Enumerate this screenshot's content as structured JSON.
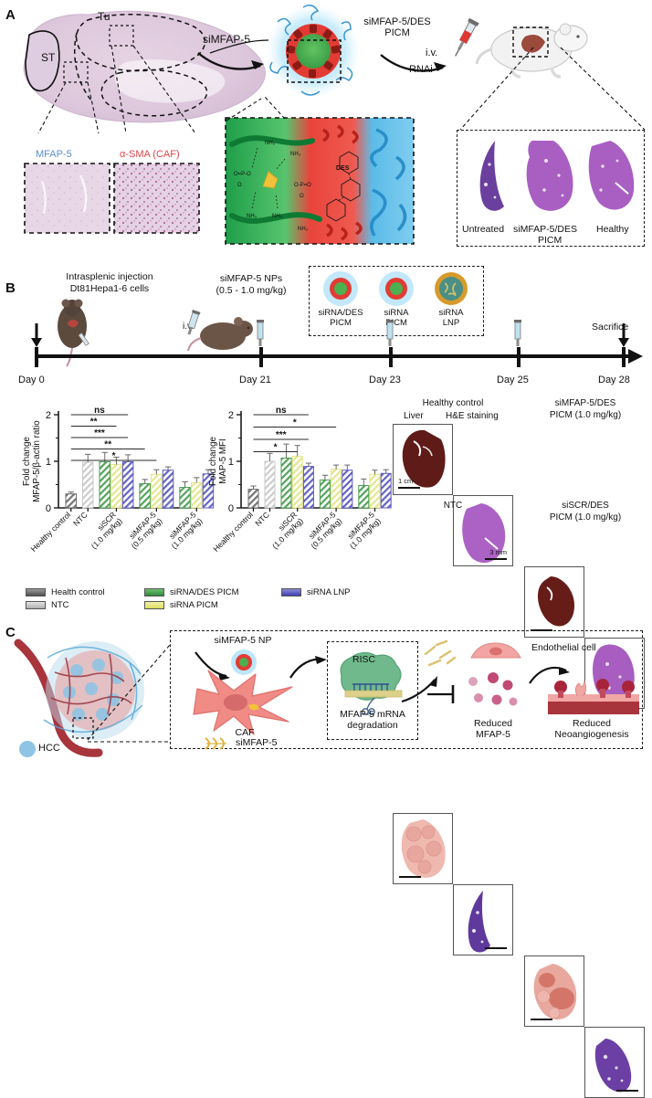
{
  "panels": {
    "a": "A",
    "b": "B",
    "c": "C"
  },
  "panel_a": {
    "tissue_labels": {
      "tu": "Tu",
      "st": "ST"
    },
    "ihc": [
      {
        "label": "MFAP-5",
        "color": "#5a8fd0"
      },
      {
        "label": "α-SMA (CAF)",
        "color": "#e0464a"
      }
    ],
    "arrow_label_sirna": "siMFAP-5",
    "np_title_line1": "siMFAP-5/DES",
    "np_title_line2": "PICM",
    "iv_label": "i.v.",
    "rnai_label": "RNAi",
    "chem_label": "DES",
    "nh3_label": "NH₃",
    "liver_row_labels": [
      "Untreated",
      "siMFAP-5/DES",
      "Healthy"
    ],
    "liver_row_sub": "PICM"
  },
  "panel_b": {
    "timeline": {
      "step1_line1": "Intrasplenic injection",
      "step1_line2": "Dt81Hepa1-6 cells",
      "step2_line1": "siMFAP-5 NPs",
      "step2_line2": "(0.5 - 1.0 mg/kg)",
      "iv_label": "i.v.",
      "sacrifice": "Sacrifice",
      "days": [
        "Day 0",
        "Day 21",
        "Day 23",
        "Day 25",
        "Day 28"
      ],
      "np_box": [
        {
          "line1": "siRNA/DES",
          "line2": "PICM",
          "type": "picm-des"
        },
        {
          "line1": "siRNA",
          "line2": "PICM",
          "type": "picm"
        },
        {
          "line1": "siRNA",
          "line2": "LNP",
          "type": "lnp"
        }
      ]
    },
    "legend": [
      {
        "label": "Health control",
        "color": "#6d6d6d"
      },
      {
        "label": "NTC",
        "color": "#c9c9c9"
      },
      {
        "label": "siRNA/DES PICM",
        "color": "#4a9e52"
      },
      {
        "label": "siRNA PICM",
        "color": "#e4e487"
      },
      {
        "label": "siRNA LNP",
        "color": "#5b5bc0"
      }
    ],
    "liver_groups": [
      {
        "title_line1": "Healthy control",
        "title_line2": "",
        "col1": "Liver",
        "col2": "H&E staining",
        "scale1": "1 cm",
        "scale2": "3 mm",
        "liver_kind": "healthy",
        "he_kind": "healthy"
      },
      {
        "title_line1": "siMFAP-5/DES",
        "title_line2": "PICM (1.0 mg/kg)",
        "col1": "",
        "col2": "",
        "scale1": "",
        "scale2": "",
        "liver_kind": "treated",
        "he_kind": "treated"
      },
      {
        "title_line1": "NTC",
        "title_line2": "",
        "col1": "",
        "col2": "",
        "scale1": "",
        "scale2": "",
        "liver_kind": "tumor",
        "he_kind": "tumor"
      },
      {
        "title_line1": "siSCR/DES",
        "title_line2": "PICM (1.0 mg/kg)",
        "col1": "",
        "col2": "",
        "scale1": "",
        "scale2": "",
        "liver_kind": "tumor2",
        "he_kind": "tumor2"
      }
    ]
  },
  "panel_c": {
    "hcc_label": "HCC",
    "np_label": "siMFAP-5 NP",
    "caf_label": "CAF",
    "sirna_label": "siMFAP-5",
    "risc_label": "RISC",
    "degradation_line1": "MFAP-5 mRNA",
    "degradation_line2": "degradation",
    "endothelial_label": "Endothelial cell",
    "reduced_mfap_line1": "Reduced",
    "reduced_mfap_line2": "MFAP-5",
    "reduced_neo_line1": "Reduced",
    "reduced_neo_line2": "Neoangiogenesis"
  },
  "chart_data": [
    {
      "type": "bar",
      "title": "",
      "ylabel": "Fold change\nMFAP-5/β-actin ratio",
      "xlabel": "",
      "ylim": [
        0,
        2
      ],
      "yticks": [
        0,
        1,
        2
      ],
      "ytick_labels": [
        "0",
        "1",
        "2"
      ],
      "grid": false,
      "categories": [
        "Healthy control",
        "NTC",
        "siSCR\n(1.0 mg/kg)",
        "siMFAP-5\n(0.5 mg/kg)",
        "siMFAP-5\n(1.0 mg/kg)"
      ],
      "groups": [
        {
          "category": "Healthy control",
          "bars": [
            {
              "series": "Health control",
              "value": 0.3,
              "error": 0.04,
              "color": "#6d6d6d"
            }
          ]
        },
        {
          "category": "NTC",
          "bars": [
            {
              "series": "NTC",
              "value": 0.98,
              "error": 0.17,
              "color": "#c9c9c9"
            }
          ]
        },
        {
          "category": "siSCR\n(1.0 mg/kg)",
          "bars": [
            {
              "series": "siRNA/DES PICM",
              "value": 0.99,
              "error": 0.2,
              "color": "#4a9e52"
            },
            {
              "series": "siRNA PICM",
              "value": 0.93,
              "error": 0.16,
              "color": "#e4e487"
            },
            {
              "series": "siRNA LNP",
              "value": 0.99,
              "error": 0.15,
              "color": "#5b5bc0"
            }
          ]
        },
        {
          "category": "siMFAP-5\n(0.5 mg/kg)",
          "bars": [
            {
              "series": "siRNA/DES PICM",
              "value": 0.52,
              "error": 0.09,
              "color": "#4a9e52"
            },
            {
              "series": "siRNA PICM",
              "value": 0.72,
              "error": 0.1,
              "color": "#e4e487"
            },
            {
              "series": "siRNA LNP",
              "value": 0.81,
              "error": 0.07,
              "color": "#5b5bc0"
            }
          ]
        },
        {
          "category": "siMFAP-5\n(1.0 mg/kg)",
          "bars": [
            {
              "series": "siRNA/DES PICM",
              "value": 0.44,
              "error": 0.12,
              "color": "#4a9e52"
            },
            {
              "series": "siRNA PICM",
              "value": 0.54,
              "error": 0.11,
              "color": "#e4e487"
            },
            {
              "series": "siRNA LNP",
              "value": 0.73,
              "error": 0.09,
              "color": "#5b5bc0"
            }
          ]
        }
      ],
      "significance": [
        {
          "label": "ns",
          "from": 1,
          "to": 5,
          "level": 0
        },
        {
          "label": "**",
          "from": 1,
          "to": 4,
          "level": 1
        },
        {
          "label": "***",
          "from": 1,
          "to": 5,
          "level": 2
        },
        {
          "label": "**",
          "from": 1,
          "to": 6,
          "level": 3
        },
        {
          "label": "*",
          "from": 1,
          "to": 7,
          "level": 4
        }
      ]
    },
    {
      "type": "bar",
      "title": "",
      "ylabel": "Fold change\nMAP-5 MFI",
      "xlabel": "",
      "ylim": [
        0,
        2
      ],
      "yticks": [
        0,
        1,
        2
      ],
      "ytick_labels": [
        "0",
        "1",
        "2"
      ],
      "grid": false,
      "categories": [
        "Healthy control",
        "NTC",
        "siSCR\n(1.0 mg/kg)",
        "siMFAP-5\n(0.5 mg/kg)",
        "siMFAP-5\n(1.0 mg/kg)"
      ],
      "groups": [
        {
          "category": "Healthy control",
          "bars": [
            {
              "series": "Health control",
              "value": 0.4,
              "error": 0.07,
              "color": "#6d6d6d"
            }
          ]
        },
        {
          "category": "NTC",
          "bars": [
            {
              "series": "NTC",
              "value": 1.0,
              "error": 0.17,
              "color": "#c9c9c9"
            }
          ]
        },
        {
          "category": "siSCR\n(1.0 mg/kg)",
          "bars": [
            {
              "series": "siRNA/DES PICM",
              "value": 1.07,
              "error": 0.3,
              "color": "#4a9e52"
            },
            {
              "series": "siRNA PICM",
              "value": 1.11,
              "error": 0.23,
              "color": "#e4e487"
            },
            {
              "series": "siRNA LNP",
              "value": 0.89,
              "error": 0.07,
              "color": "#5b5bc0"
            }
          ]
        },
        {
          "category": "siMFAP-5\n(0.5 mg/kg)",
          "bars": [
            {
              "series": "siRNA/DES PICM",
              "value": 0.6,
              "error": 0.1,
              "color": "#4a9e52"
            },
            {
              "series": "siRNA PICM",
              "value": 0.83,
              "error": 0.09,
              "color": "#e4e487"
            },
            {
              "series": "siRNA LNP",
              "value": 0.81,
              "error": 0.11,
              "color": "#5b5bc0"
            }
          ]
        },
        {
          "category": "siMFAP-5\n(1.0 mg/kg)",
          "bars": [
            {
              "series": "siRNA/DES PICM",
              "value": 0.48,
              "error": 0.14,
              "color": "#4a9e52"
            },
            {
              "series": "siRNA PICM",
              "value": 0.72,
              "error": 0.09,
              "color": "#e4e487"
            },
            {
              "series": "siRNA LNP",
              "value": 0.74,
              "error": 0.08,
              "color": "#5b5bc0"
            }
          ]
        }
      ],
      "significance": [
        {
          "label": "ns",
          "from": 1,
          "to": 5,
          "level": 0
        },
        {
          "label": "*",
          "from": 1,
          "to": 7,
          "level": 1
        },
        {
          "label": "***",
          "from": 1,
          "to": 5,
          "level": 2
        },
        {
          "label": "*",
          "from": 1,
          "to": 4,
          "level": 3
        }
      ]
    }
  ]
}
